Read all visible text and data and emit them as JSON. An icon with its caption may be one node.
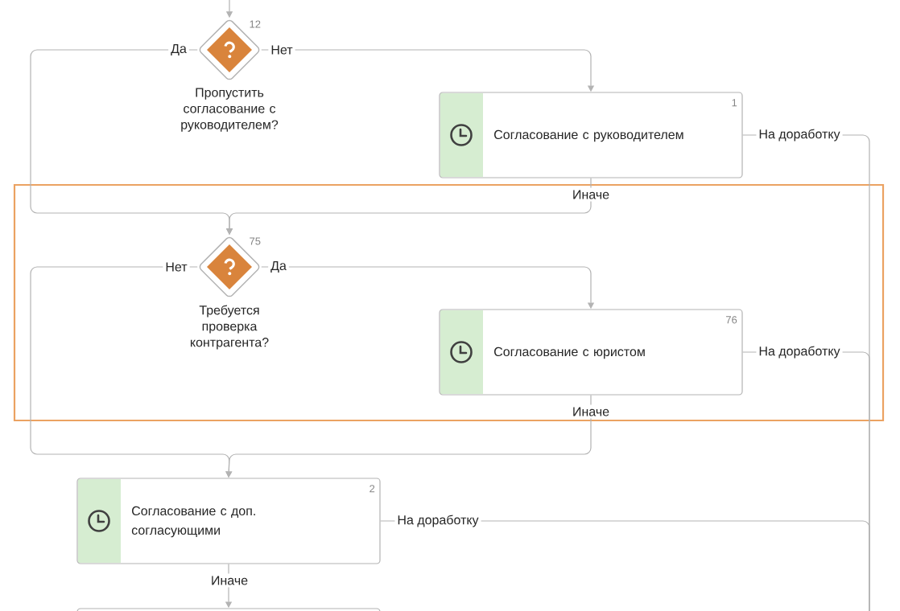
{
  "diagram": {
    "nodes": [
      {
        "text": [
          "Пропустить согласование с руководителем?"
        ],
        "beside": [
          "12"
        ]
      },
      {
        "text": [
          "1",
          "Согласование с руководителем"
        ]
      },
      {
        "text": [],
        "shape": "box"
      },
      {
        "text": [
          "Требуется проверка контрагента?"
        ],
        "beside": [
          "75"
        ],
        "in": 2
      },
      {
        "text": [
          "76",
          "Согласование с юристом"
        ],
        "in": 2
      },
      {
        "text": [
          "2",
          "Согласование с доп. согласующими"
        ]
      },
      {
        "text": [],
        "shape": "box"
      }
    ],
    "edges": [
      {
        "from": null,
        "to": 0,
        "arrow": "to"
      },
      {
        "from": 0,
        "to": 3,
        "label": "Да",
        "arrow": "to"
      },
      {
        "from": 0,
        "to": 1,
        "label": "Нет",
        "arrow": "to"
      },
      {
        "from": 1,
        "to": 3,
        "label": "Иначе",
        "arrow": "to"
      },
      {
        "from": 1,
        "to": null,
        "label": "На доработку",
        "arrow": "none"
      },
      {
        "from": 3,
        "to": 5,
        "label": "Нет",
        "arrow": "to"
      },
      {
        "from": 3,
        "to": 4,
        "label": "Да",
        "arrow": "to"
      },
      {
        "from": 4,
        "to": 5,
        "label": "Иначе",
        "arrow": "to"
      },
      {
        "from": 4,
        "to": null,
        "label": "На доработку",
        "arrow": "none"
      },
      {
        "from": 5,
        "to": 6,
        "label": "Иначе",
        "arrow": "to"
      },
      {
        "from": 5,
        "to": null,
        "label": "На доработку",
        "arrow": "none"
      }
    ]
  }
}
